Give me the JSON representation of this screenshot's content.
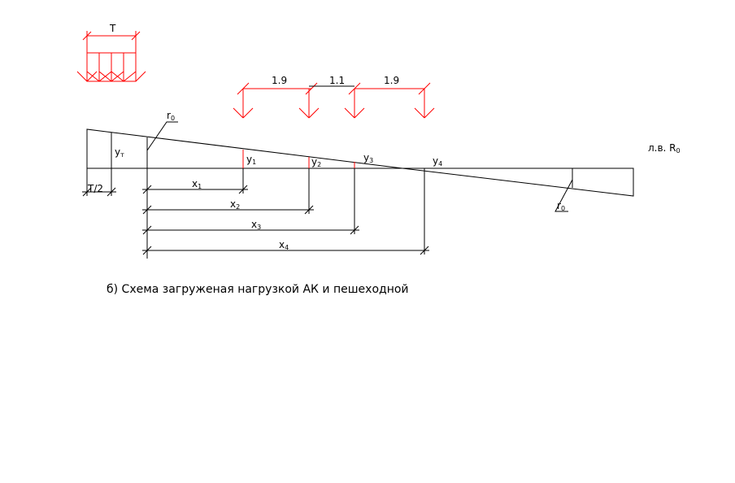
{
  "colors": {
    "line": "#000000",
    "load": "#ff0000"
  },
  "labels": {
    "crowd_load": "T",
    "half_load": "T/2",
    "axle_spacing_left": "1.9",
    "axle_spacing_mid": "1.1",
    "axle_spacing_right": "1.9",
    "influence_line": "л.в. R",
    "influence_line_sub": "0",
    "r_top": "r",
    "r_top_sub": "0",
    "r_bottom": "r",
    "r_bottom_sub": "0",
    "y_p": "y",
    "y_p_sub": "т",
    "y1": "y",
    "y1_sub": "1",
    "y2": "y",
    "y2_sub": "2",
    "y3": "y",
    "y3_sub": "3",
    "y4": "y",
    "y4_sub": "4",
    "x1": "x",
    "x1_sub": "1",
    "x2": "x",
    "x2_sub": "2",
    "x3": "x",
    "x3_sub": "3",
    "x4": "x",
    "x4_sub": "4"
  },
  "caption": "б) Схема загруженая нагрузкой АК и пешеходной"
}
